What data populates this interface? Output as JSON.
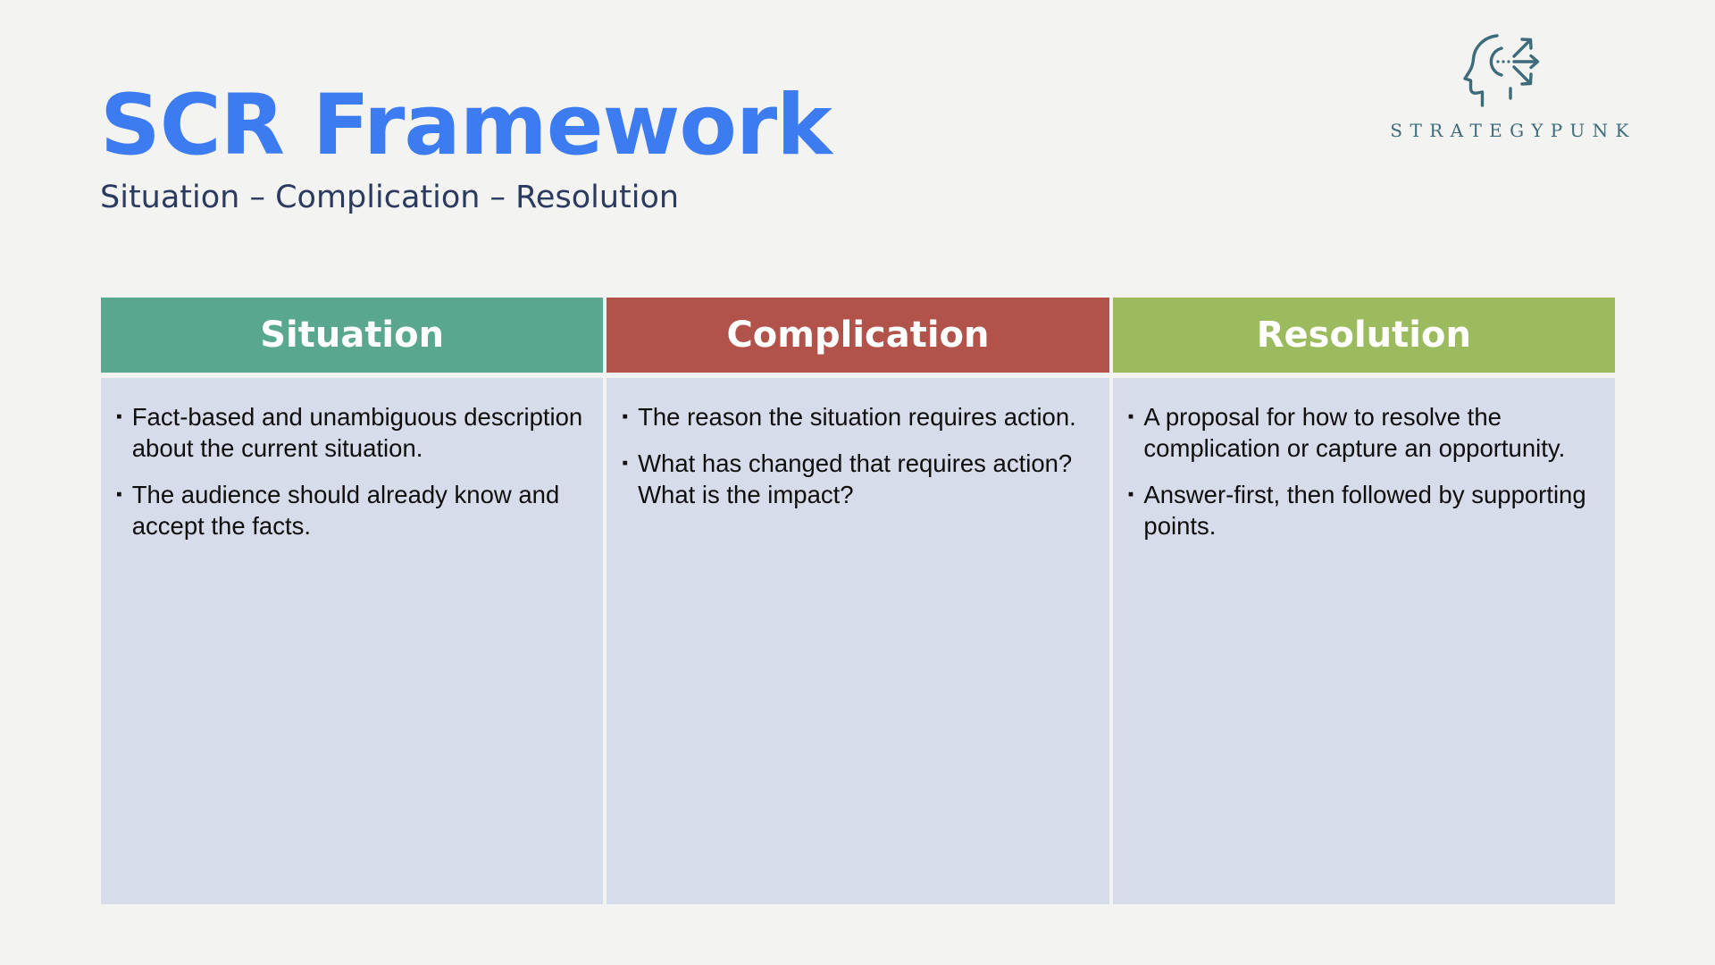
{
  "page": {
    "background": "#f3f3f1"
  },
  "header": {
    "title": "SCR Framework",
    "subtitle": "Situation – Complication – Resolution",
    "title_color": "#3d7bf0",
    "subtitle_color": "#2b3a5f"
  },
  "logo": {
    "brand": "STRATEGYPUNK",
    "color": "#3e6b7a",
    "icon": "head-with-arrows-icon"
  },
  "framework": {
    "cell_background": "#d7dcea",
    "bullet_glyph": "▪",
    "columns": [
      {
        "title": "Situation",
        "header_color": "#5aa78f",
        "bullets": [
          "Fact-based and unambiguous description about the current situation.",
          "The audience should already know and accept the facts."
        ]
      },
      {
        "title": "Complication",
        "header_color": "#b1534b",
        "bullets": [
          "The reason the situation requires action.",
          "What has changed that requires action? What is the impact?"
        ]
      },
      {
        "title": "Resolution",
        "header_color": "#9cbb5e",
        "bullets": [
          "A proposal for how to resolve the complication or capture an opportunity.",
          "Answer-first, then followed by supporting points."
        ]
      }
    ]
  }
}
